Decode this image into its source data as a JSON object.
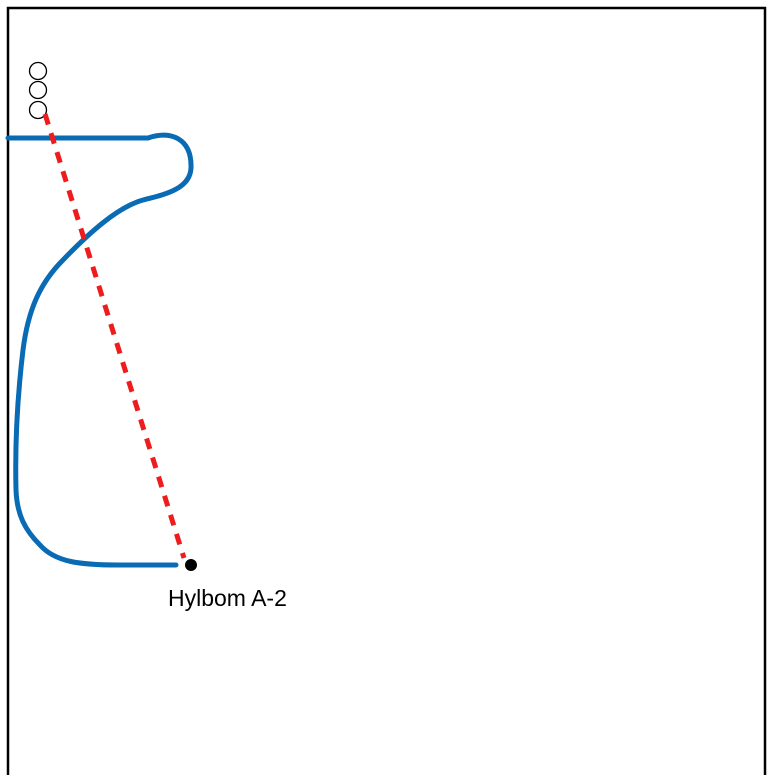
{
  "diagram": {
    "point_label": "Hylbom A-2",
    "colors": {
      "frame": "#000000",
      "route_line": "#0a6bb5",
      "direct_line": "#ee1c1c",
      "point_marker": "#000000",
      "stack_circles": "#000000"
    },
    "elements": {
      "frame": "rectangular-border",
      "route_line": "solid-curved-path",
      "direct_line": "dashed-straight-line",
      "point_marker": "filled-dot",
      "stack_marker": "three-open-circles"
    }
  }
}
